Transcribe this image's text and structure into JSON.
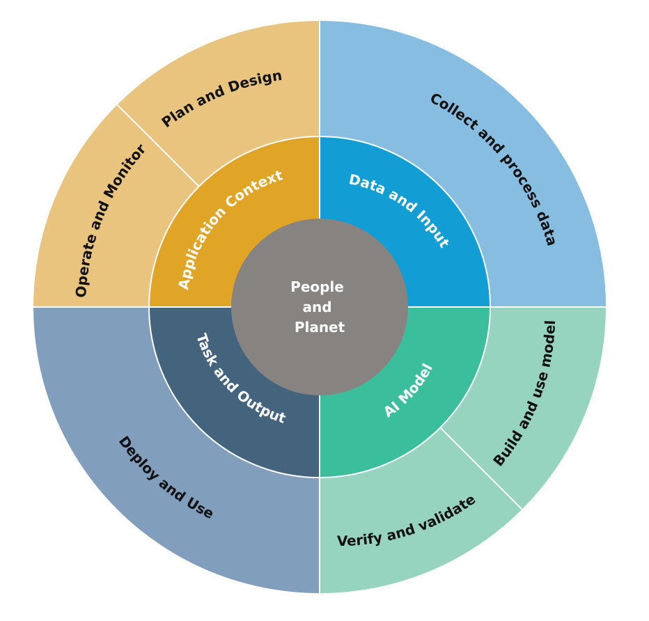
{
  "center": {
    "line1": "People",
    "line2": "and",
    "line3": "Planet"
  },
  "inner_ring": {
    "application_context": "Application Context",
    "data_and_input": "Data and Input",
    "task_and_output": "Task and Output",
    "ai_model": "AI Model"
  },
  "outer_ring": {
    "plan_and_design": "Plan and Design",
    "operate_and_monitor": "Operate and Monitor",
    "collect_and_process_data": "Collect and process data",
    "deploy_and_use": "Deploy and Use",
    "build_and_use_model": "Build and use model",
    "verify_and_validate": "Verify and validate"
  },
  "colors": {
    "center": "#878381",
    "application_context": "#E0A427",
    "plan_operate": "#E9C47E",
    "data_and_input": "#129DD4",
    "collect": "#86BDE1",
    "task_and_output": "#44647E",
    "deploy": "#819EBC",
    "ai_model": "#3ABE9C",
    "build_verify": "#96D4BF",
    "divider": "#ffffff"
  }
}
